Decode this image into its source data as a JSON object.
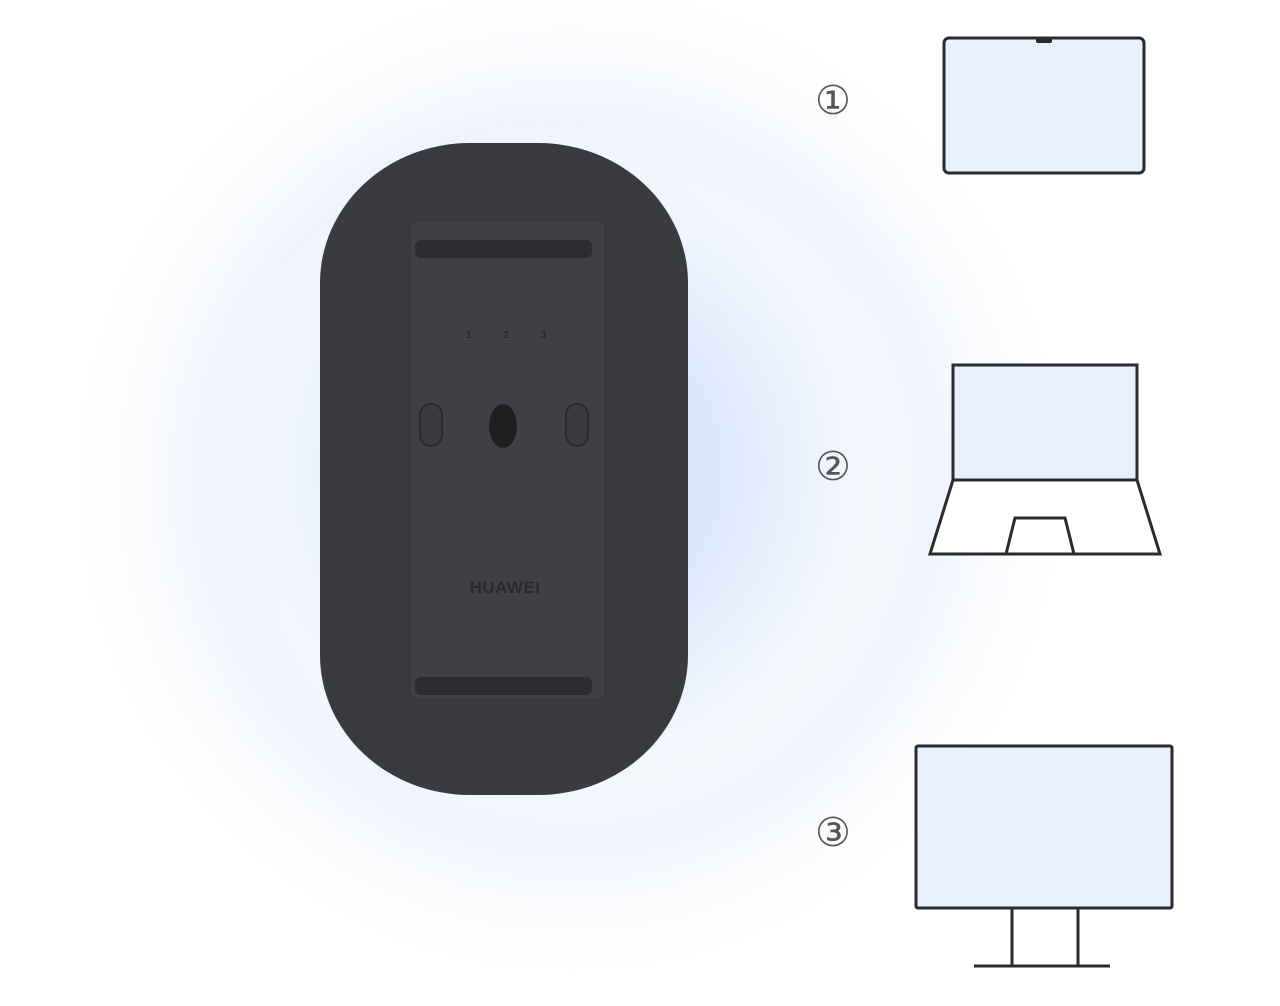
{
  "mouse": {
    "brand": "HUAWEI",
    "slot_labels": [
      "1",
      "2",
      "3"
    ],
    "body_color": "#3a3b3e"
  },
  "devices": [
    {
      "number": "①",
      "icon": "tablet-icon"
    },
    {
      "number": "②",
      "icon": "laptop-icon"
    },
    {
      "number": "③",
      "icon": "monitor-icon"
    }
  ],
  "colors": {
    "glow": "#e6eefb",
    "screen_fill": "#e8f0fd",
    "outline": "#2b2b2e"
  }
}
